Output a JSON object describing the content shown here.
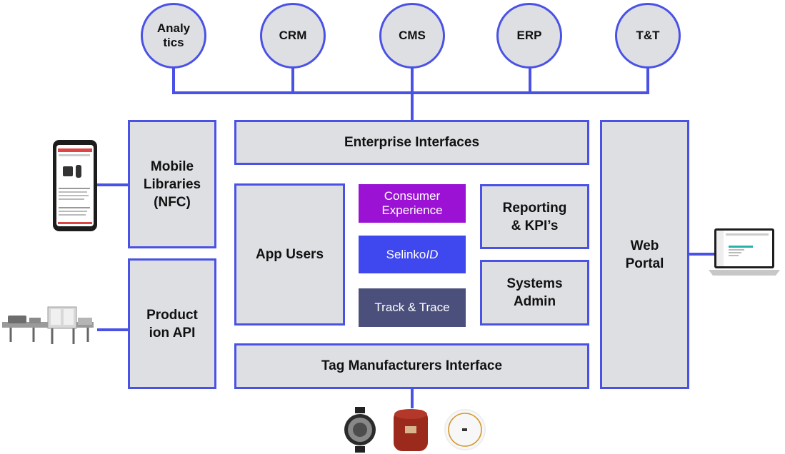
{
  "services": [
    {
      "label": "Analy\ntics"
    },
    {
      "label": "CRM"
    },
    {
      "label": "CMS"
    },
    {
      "label": "ERP"
    },
    {
      "label": "T&T"
    }
  ],
  "blocks": {
    "mobile_libraries": "Mobile\nLibraries\n(NFC)",
    "production_api": "Product\nion API",
    "enterprise_interfaces": "Enterprise Interfaces",
    "app_users": "App Users",
    "reporting": "Reporting\n& KPI’s",
    "systems_admin": "Systems\nAdmin",
    "tag_interface": "Tag Manufacturers Interface",
    "web_portal": "Web\nPortal"
  },
  "modules": {
    "consumer_experience": "Consumer\nExperience",
    "selinko_prefix": "Selinko",
    "selinko_suffix": "ID",
    "track_trace": "Track & Trace"
  },
  "colors": {
    "connector": "#4a52e6",
    "box_fill": "#dedfe3",
    "consumer_experience": "#9b12d4",
    "selinko_id": "#3f47ee",
    "track_trace": "#4b4f7c"
  },
  "devices": [
    "smartphone-image",
    "production-machine-image",
    "laptop-image",
    "nfc-tags-image"
  ]
}
